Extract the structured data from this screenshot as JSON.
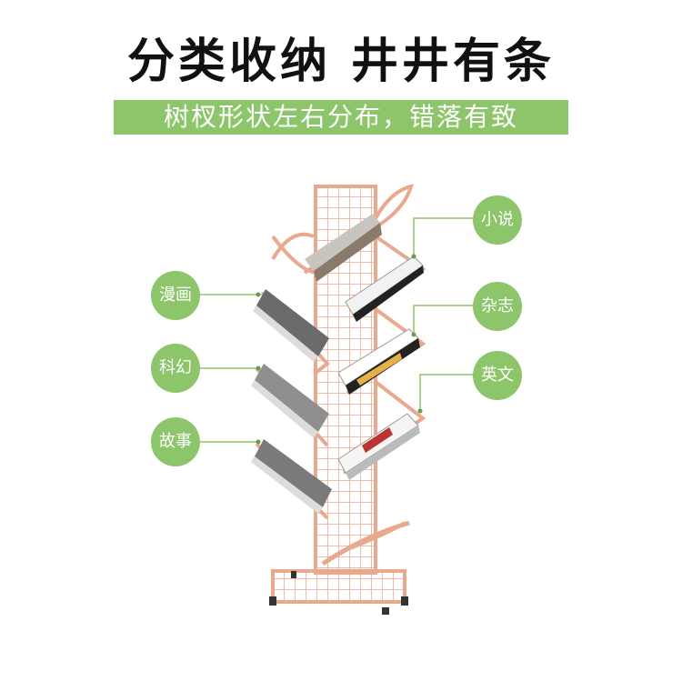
{
  "header": {
    "title": "分类收纳 井井有条",
    "subtitle": "树杈形状左右分布，错落有致"
  },
  "labels": {
    "left": [
      "漫画",
      "科幻",
      "故事"
    ],
    "right": [
      "小说",
      "杂志",
      "英文"
    ]
  },
  "colors": {
    "accent_green": "#8cc56a",
    "rack_rose_gold": "#e8a98e",
    "title_text": "#111111"
  }
}
